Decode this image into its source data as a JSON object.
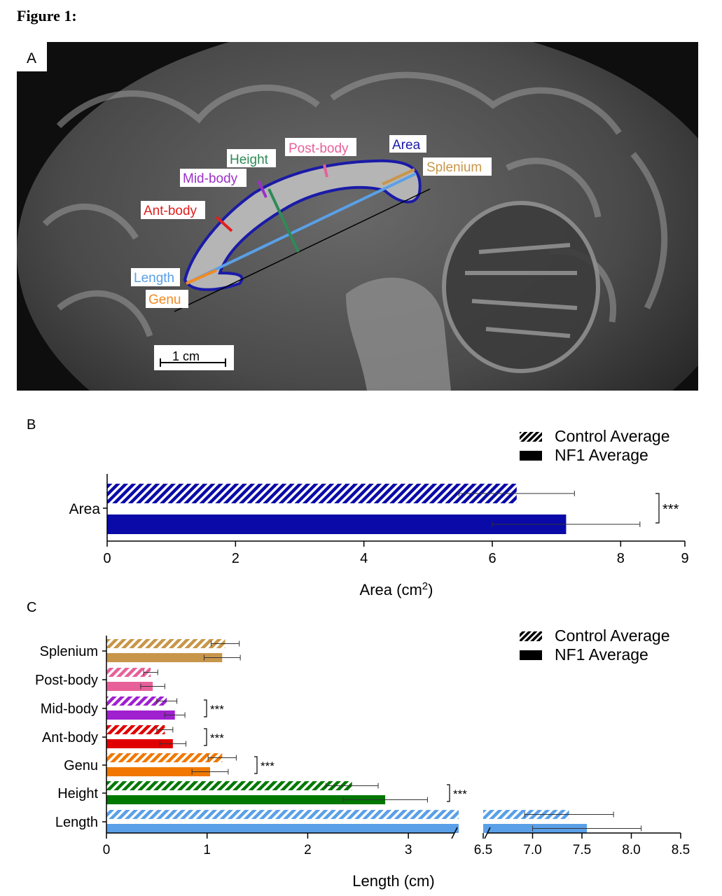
{
  "figure_title": "Figure 1:",
  "panel_a": {
    "panel_label": "A",
    "labels": {
      "height": "Height",
      "post_body": "Post-body",
      "area": "Area",
      "splenium": "Splenium",
      "mid_body": "Mid-body",
      "ant_body": "Ant-body",
      "length": "Length",
      "genu": "Genu"
    },
    "scale_bar": "1 cm",
    "colors": {
      "area": "#1a1aa8",
      "length": "#5aa0e8",
      "height": "#2e8b57",
      "genu": "#f08a24",
      "splenium": "#c8964a",
      "mid_body": "#9b30c8",
      "ant_body": "#e02020",
      "post_body": "#e8609a"
    }
  },
  "legend": {
    "control": "Control Average",
    "nf1": "NF1 Average"
  },
  "chart_data": [
    {
      "panel_label": "B",
      "type": "bar",
      "orientation": "horizontal",
      "categories": [
        "Area"
      ],
      "series": [
        {
          "name": "Control Average",
          "values": [
            6.38
          ],
          "errors": [
            0.9
          ],
          "pattern": "hatched"
        },
        {
          "name": "NF1 Average",
          "values": [
            7.15
          ],
          "errors": [
            1.15
          ],
          "pattern": "solid"
        }
      ],
      "colors": [
        "#0a0aa8"
      ],
      "xlabel": "Area (cm",
      "xlabel_sup": "2",
      "xlabel_end": ")",
      "xlim": [
        0,
        9
      ],
      "xticks": [
        "0",
        "2",
        "4",
        "6",
        "8",
        "9"
      ],
      "significance": [
        {
          "category": "Area",
          "label": "***"
        }
      ],
      "legend_position": "top-right"
    },
    {
      "panel_label": "C",
      "type": "bar",
      "orientation": "horizontal",
      "categories": [
        "Splenium",
        "Post-body",
        "Mid-body",
        "Ant-body",
        "Genu",
        "Height",
        "Length"
      ],
      "series": [
        {
          "name": "Control Average",
          "pattern": "hatched",
          "values": [
            1.18,
            0.44,
            0.6,
            0.58,
            1.15,
            2.44,
            7.37
          ],
          "errors": [
            0.14,
            0.07,
            0.1,
            0.08,
            0.14,
            0.26,
            0.45
          ]
        },
        {
          "name": "NF1 Average",
          "pattern": "solid",
          "values": [
            1.15,
            0.46,
            0.68,
            0.66,
            1.03,
            2.77,
            7.55
          ],
          "errors": [
            0.18,
            0.12,
            0.1,
            0.13,
            0.18,
            0.42,
            0.55
          ]
        }
      ],
      "colors": [
        "#c8964a",
        "#e8609a",
        "#a020d0",
        "#e00000",
        "#f07800",
        "#007800",
        "#5aa0e8"
      ],
      "xlabel": "Length (cm)",
      "xlim_segments": [
        [
          0,
          3.5
        ],
        [
          6.5,
          8.5
        ]
      ],
      "xticks_left": [
        "0",
        "1",
        "2",
        "3"
      ],
      "xticks_right": [
        "6.5",
        "7.0",
        "7.5",
        "8.0",
        "8.5"
      ],
      "significance": [
        {
          "category": "Mid-body",
          "label": "***"
        },
        {
          "category": "Ant-body",
          "label": "***"
        },
        {
          "category": "Genu",
          "label": "***"
        },
        {
          "category": "Height",
          "label": "***"
        }
      ],
      "legend_position": "top-right"
    }
  ]
}
